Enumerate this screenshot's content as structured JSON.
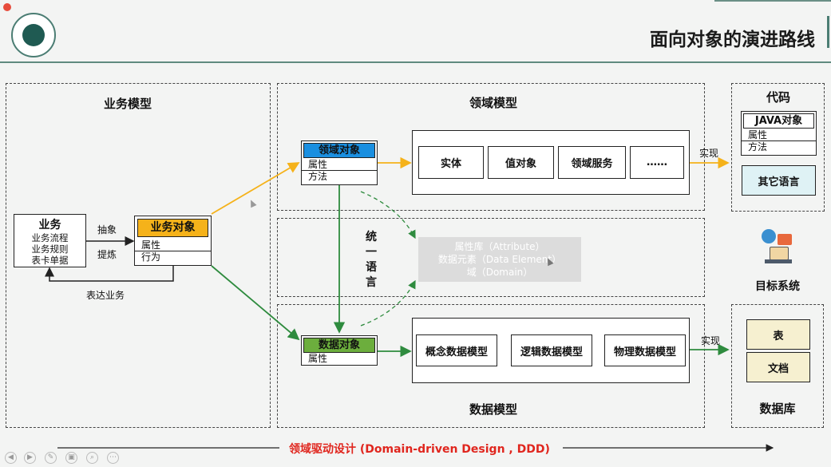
{
  "slide": {
    "title": "面向对象的演进路线"
  },
  "business_model": {
    "title": "业务模型",
    "business_box": {
      "title": "业务",
      "lines": [
        "业务流程",
        "业务规则",
        "表卡单据"
      ]
    },
    "label_abstract": "抽象",
    "label_refine": "提炼",
    "label_express": "表达业务",
    "object_box": {
      "title": "业务对象",
      "rows": [
        "属性",
        "行为"
      ]
    }
  },
  "domain_model": {
    "title": "领域模型",
    "object_box": {
      "title": "领域对象",
      "rows": [
        "属性",
        "方法"
      ]
    },
    "items": [
      "实体",
      "值对象",
      "领域服务",
      "……"
    ]
  },
  "unified_language": {
    "title_chars": [
      "统",
      "一",
      "语",
      "言"
    ],
    "lines": [
      "属性库（Attribute）",
      "数据元素（Data Element）",
      "域（Domain）"
    ]
  },
  "data_model": {
    "title": "数据模型",
    "object_box": {
      "title": "数据对象",
      "rows": [
        "属性"
      ]
    },
    "items": [
      "概念数据模型",
      "逻辑数据模型",
      "物理数据模型"
    ]
  },
  "code": {
    "title": "代码",
    "java_box": {
      "title": "JAVA对象",
      "rows": [
        "属性",
        "方法"
      ]
    },
    "other_lang": "其它语言"
  },
  "target_system": {
    "label": "目标系统"
  },
  "database": {
    "title": "数据库",
    "items": [
      "表",
      "文档"
    ]
  },
  "labels": {
    "implement_top": "实现",
    "implement_bottom": "实现"
  },
  "footer": {
    "ddd": "领域驱动设计 (Domain-driven Design , DDD)"
  },
  "colors": {
    "orange": "#f5b21a",
    "green": "#2e8b3e",
    "blue_header": "#1a8fe0",
    "green_header": "#6cae3d",
    "teal": "#dff2f5",
    "beige": "#f6f0d0",
    "red": "#e0261e"
  }
}
